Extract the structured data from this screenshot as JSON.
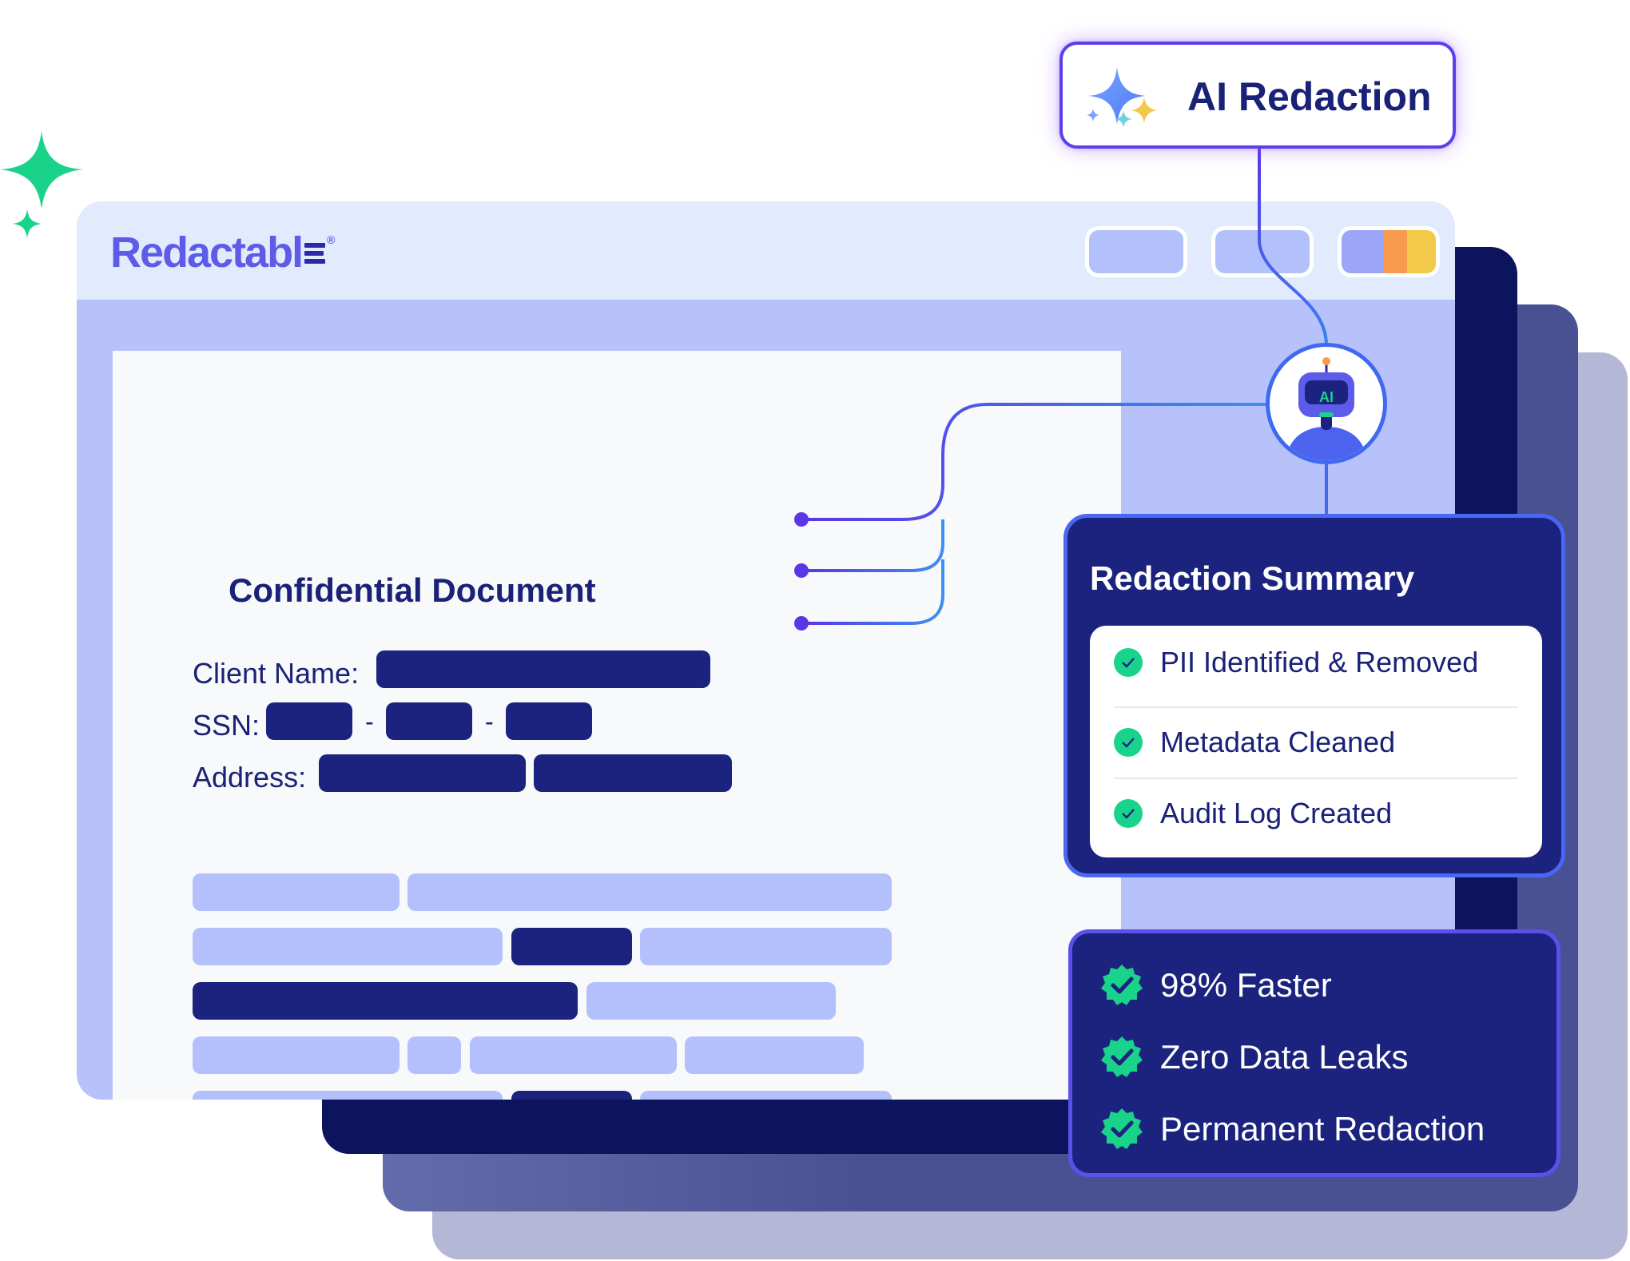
{
  "app": {
    "logo_text": "Redactabl",
    "logo_reg": "®"
  },
  "titlebar": {
    "multi_colors": [
      "#9ba6f8",
      "#f79a4d",
      "#f3c94a"
    ]
  },
  "document": {
    "title": "Confidential Document",
    "fields": {
      "client_name_label": "Client Name:",
      "ssn_label": "SSN:",
      "ssn_dash": "-",
      "address_label": "Address:"
    }
  },
  "ai_callout": {
    "label": "AI Redaction",
    "icon": "sparkles-icon"
  },
  "robot": {
    "badge": "AI",
    "icon": "robot-icon"
  },
  "summary": {
    "title": "Redaction Summary",
    "items": [
      {
        "label": "PII Identified & Removed"
      },
      {
        "label": "Metadata Cleaned"
      },
      {
        "label": "Audit Log Created"
      }
    ]
  },
  "benefits": {
    "items": [
      {
        "label": "98% Faster"
      },
      {
        "label": "Zero Data Leaks"
      },
      {
        "label": "Permanent Redaction"
      }
    ]
  },
  "colors": {
    "navy": "#1b237e",
    "brand": "#5d5ce9",
    "accent_green": "#19d38a",
    "light_bar": "#b4c0fb"
  }
}
